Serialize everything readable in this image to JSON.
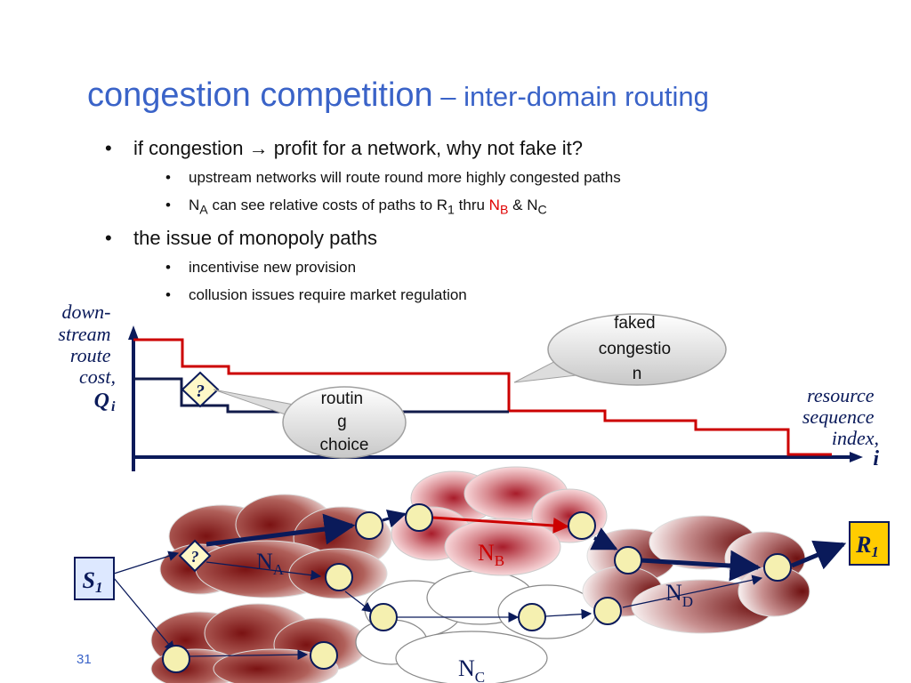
{
  "slide": {
    "title_main": "congestion competition",
    "title_sub": " – inter-domain routing",
    "slide_number": "31"
  },
  "bullets": {
    "b1_pre": "if congestion ",
    "b1_arrow": "→",
    "b1_post": " profit for a network, why not fake it?",
    "b1_sub1": "upstream networks will route round more highly congested paths",
    "b1_sub2": {
      "n": "N",
      "n_sub": "A",
      "mid": " can see relative costs of paths to R",
      "r_sub": "1",
      "thru": " thru ",
      "nb": "N",
      "nb_sub": "B",
      "amp": " & N",
      "nc_sub": "C"
    },
    "b2": "the issue of monopoly paths",
    "b2_sub1": "incentivise new provision",
    "b2_sub2": "collusion issues require market regulation"
  },
  "chart": {
    "ylabel_lines": [
      "down-",
      "stream",
      "route",
      "cost,"
    ],
    "ylabel_q": "Q",
    "ylabel_q_sub": "i",
    "xlabel_lines": [
      "resource",
      "sequence",
      "index,"
    ],
    "xlabel_i": "i",
    "question_mark": "?",
    "callout_faked": [
      "faked",
      "congestio",
      "n"
    ],
    "callout_routing": [
      "routin",
      "g",
      "choice"
    ]
  },
  "network": {
    "s1": "S",
    "s1_sub": "1",
    "r1": "R",
    "r1_sub": "1",
    "question_mark": "?",
    "na": "N",
    "na_sub": "A",
    "nb": "N",
    "nb_sub": "B",
    "nc": "N",
    "nc_sub": "C",
    "nd": "N",
    "nd_sub": "D"
  },
  "colors": {
    "title": "#3a63c8",
    "faked_path": "#cc0000",
    "routing_path": "#101a4a",
    "domain_dark": "#8a1a1a",
    "node_fill": "#f5f0b0",
    "label_box": "#fff8c8",
    "r1_box": "#ffcc00"
  }
}
